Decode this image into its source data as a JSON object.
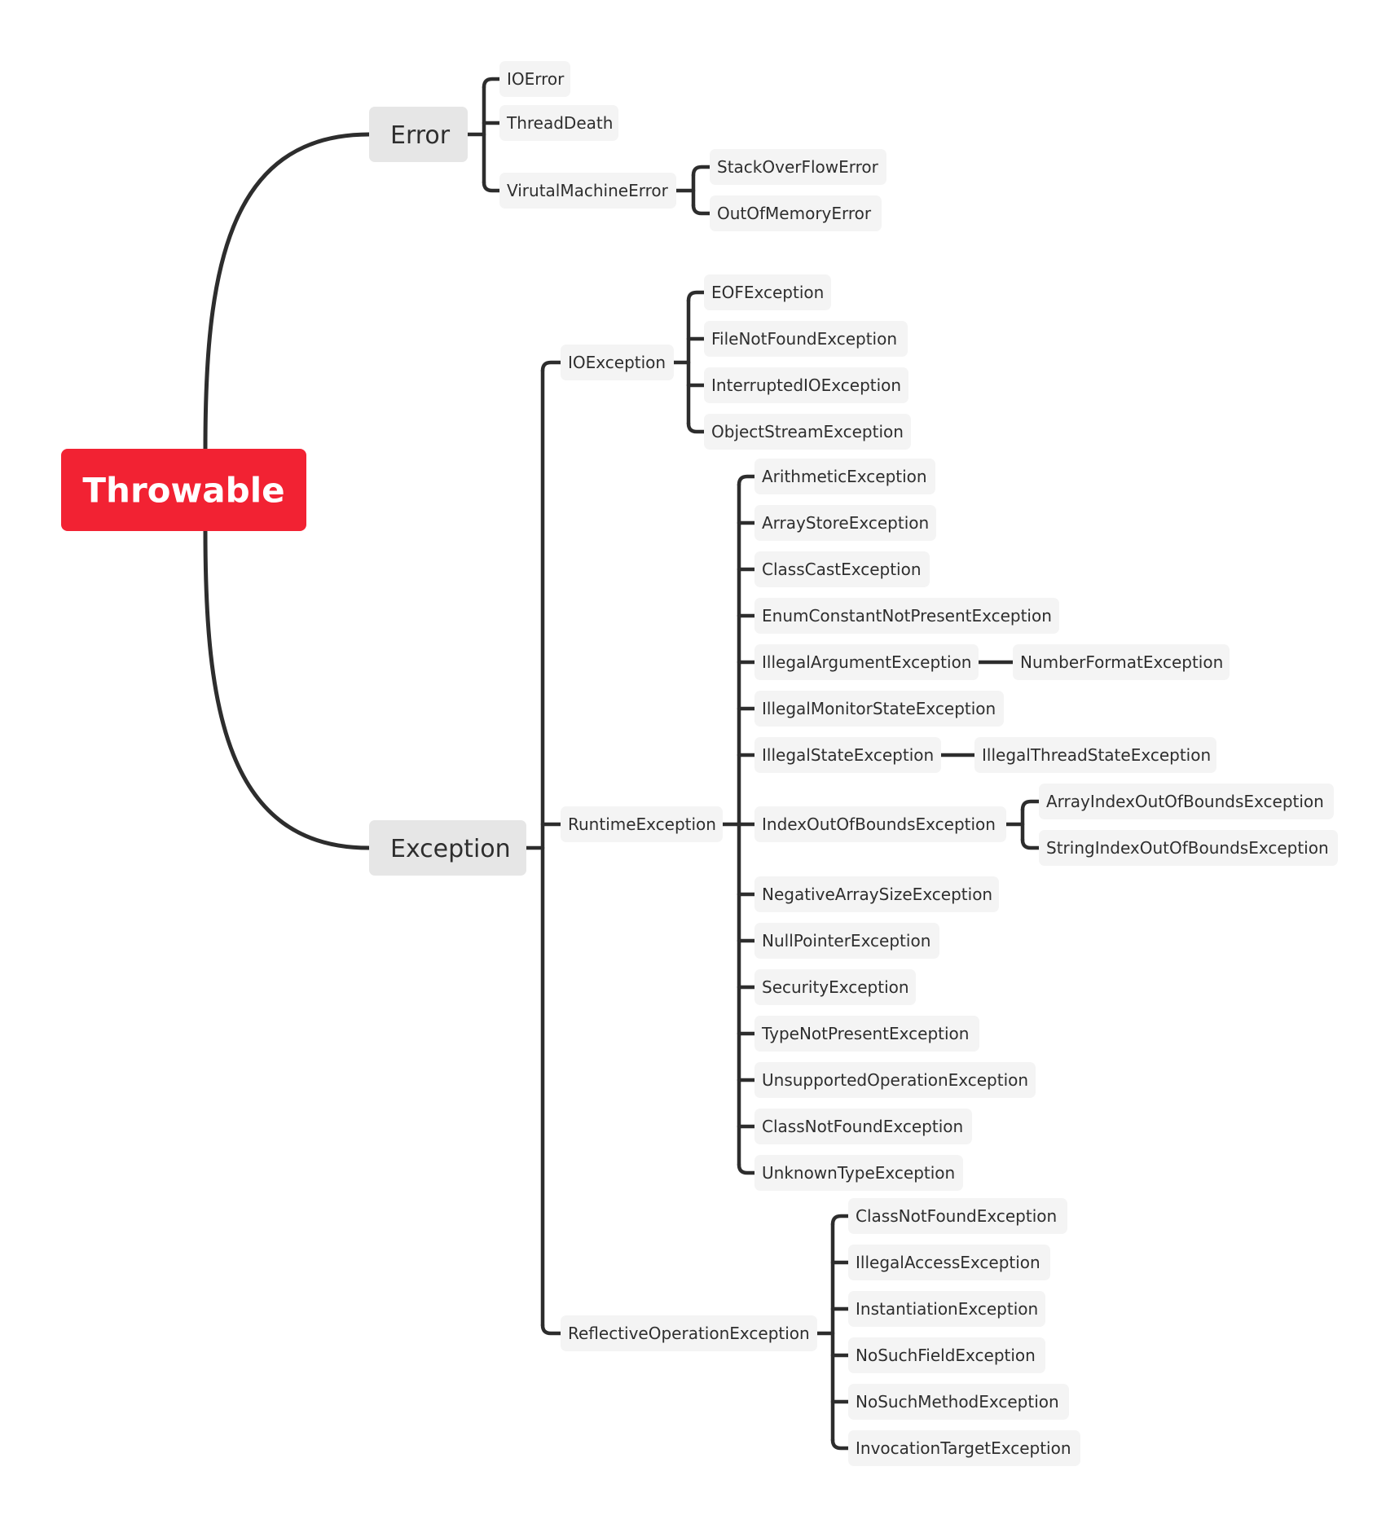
{
  "colors": {
    "root_fill": "#f22233",
    "root_text": "#ffffff",
    "level1_fill": "#e6e6e6",
    "node_fill": "#f4f4f4",
    "text": "#2e2e2e",
    "connector": "#2d2d2d"
  },
  "tree": {
    "id": "throwable",
    "label": "Throwable",
    "children": [
      {
        "id": "error",
        "label": "Error",
        "children": [
          {
            "id": "ioerror",
            "label": "IOError"
          },
          {
            "id": "threaddeath",
            "label": "ThreadDeath"
          },
          {
            "id": "virutalmachineerror",
            "label": "VirutalMachineError",
            "children": [
              {
                "id": "stackoverflowerror",
                "label": "StackOverFlowError"
              },
              {
                "id": "outofmemoryerror",
                "label": "OutOfMemoryError"
              }
            ]
          }
        ]
      },
      {
        "id": "exception",
        "label": "Exception",
        "children": [
          {
            "id": "ioexception",
            "label": "IOException",
            "children": [
              {
                "id": "eofexception",
                "label": "EOFException"
              },
              {
                "id": "filenotfoundexception",
                "label": "FileNotFoundException"
              },
              {
                "id": "interruptedioexception",
                "label": "InterruptedIOException"
              },
              {
                "id": "objectstreamexception",
                "label": "ObjectStreamException"
              }
            ]
          },
          {
            "id": "runtimeexception",
            "label": "RuntimeException",
            "children": [
              {
                "id": "arithmeticexception",
                "label": "ArithmeticException"
              },
              {
                "id": "arraystoreexception",
                "label": "ArrayStoreException"
              },
              {
                "id": "classcastexception",
                "label": "ClassCastException"
              },
              {
                "id": "enumconstantnotpresentexception",
                "label": "EnumConstantNotPresentException"
              },
              {
                "id": "illegalargumentexception",
                "label": "IllegalArgumentException",
                "children": [
                  {
                    "id": "numberformatexception",
                    "label": "NumberFormatException"
                  }
                ]
              },
              {
                "id": "illegalmonitorstateexception",
                "label": "IllegalMonitorStateException"
              },
              {
                "id": "illegalstateexception",
                "label": "IllegalStateException",
                "children": [
                  {
                    "id": "illegalthreadstateexception",
                    "label": "IllegalThreadStateException"
                  }
                ]
              },
              {
                "id": "indexoutofboundsexception",
                "label": "IndexOutOfBoundsException",
                "children": [
                  {
                    "id": "arrayindexoutofboundsexception",
                    "label": "ArrayIndexOutOfBoundsException"
                  },
                  {
                    "id": "stringindexoutofboundsexception",
                    "label": "StringIndexOutOfBoundsException"
                  }
                ]
              },
              {
                "id": "negativearraysizeexception",
                "label": "NegativeArraySizeException"
              },
              {
                "id": "nullpointerexception",
                "label": "NullPointerException"
              },
              {
                "id": "securityexception",
                "label": "SecurityException"
              },
              {
                "id": "typenotpresentexception",
                "label": "TypeNotPresentException"
              },
              {
                "id": "unsupportedoperationexception",
                "label": "UnsupportedOperationException"
              },
              {
                "id": "classnotfoundexception-runtime",
                "label": "ClassNotFoundException"
              },
              {
                "id": "unknowntypeexception",
                "label": "UnknownTypeException"
              }
            ]
          },
          {
            "id": "reflectiveoperationexception",
            "label": "ReflectiveOperationException",
            "children": [
              {
                "id": "classnotfoundexception-reflective",
                "label": "ClassNotFoundException"
              },
              {
                "id": "illegalaccessexception",
                "label": "IllegalAccessException"
              },
              {
                "id": "instantiationexception",
                "label": "InstantiationException"
              },
              {
                "id": "nosuchfieldexception",
                "label": "NoSuchFieldException"
              },
              {
                "id": "nosuchmethodexception",
                "label": "NoSuchMethodException"
              },
              {
                "id": "invocationtargetexception",
                "label": "InvocationTargetException"
              }
            ]
          }
        ]
      }
    ]
  }
}
